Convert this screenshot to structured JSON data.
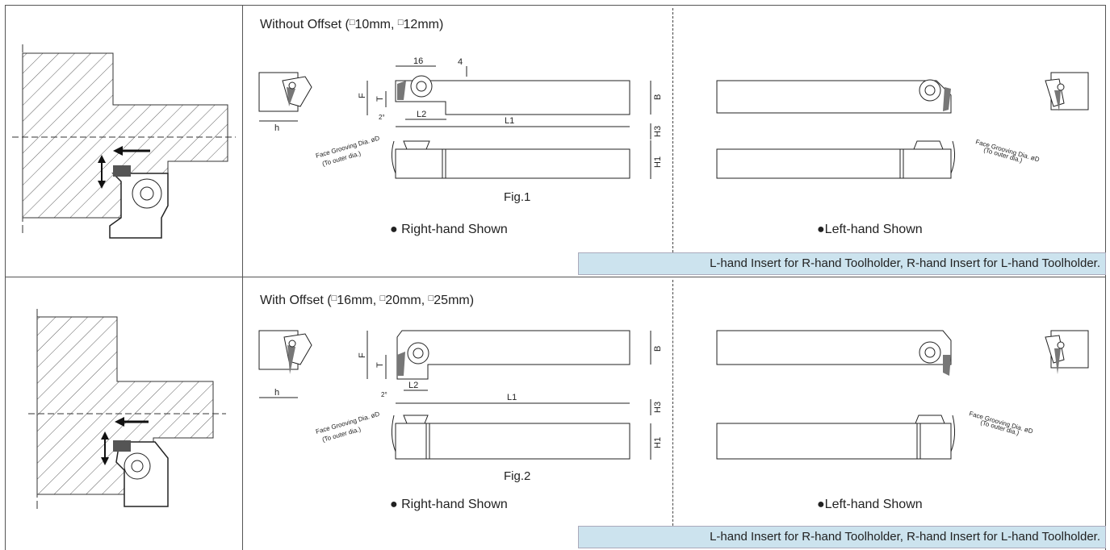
{
  "sections": [
    {
      "heading_prefix": "Without Offset (",
      "sizes": [
        "10mm",
        "12mm"
      ],
      "figure_label": "Fig.1",
      "right_caption": "Right-hand Shown",
      "left_caption": "Left-hand Shown",
      "note": "L-hand Insert for R-hand Toolholder, R-hand Insert for L-hand Toolholder."
    },
    {
      "heading_prefix": "With Offset (",
      "sizes": [
        "16mm",
        "20mm",
        "25mm"
      ],
      "figure_label": "Fig.2",
      "right_caption": "Right-hand Shown",
      "left_caption": "Left-hand Shown",
      "note": "L-hand Insert for R-hand Toolholder, R-hand Insert for L-hand Toolholder."
    }
  ],
  "square_symbol": "□",
  "bullet": "●",
  "dims": {
    "d16": "16",
    "d4": "4",
    "F": "F",
    "T": "T",
    "L1": "L1",
    "L2": "L2",
    "B": "B",
    "H1": "H1",
    "H3": "H3",
    "h": "h",
    "angle": "2°",
    "face_grooving": "Face Grooving Dia. øD",
    "outer_dia": "(To outer dia.)"
  }
}
